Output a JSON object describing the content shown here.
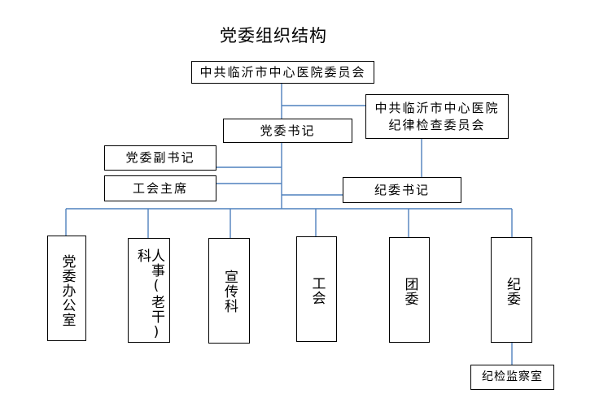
{
  "title": "党委组织结构",
  "nodes": {
    "committee": "中共临沂市中心医院委员会",
    "discipline_committee_line1": "中共临沂市中心医院",
    "discipline_committee_line2": "纪律检查委员会",
    "secretary": "党委书记",
    "deputy_secretary": "党委副书记",
    "union_chairman": "工会主席",
    "discipline_secretary": "纪委书记",
    "inspection_office": "纪检监察室"
  },
  "departments": [
    {
      "key": "party_office",
      "label": "党委办公室"
    },
    {
      "key": "personnel",
      "label": "人事(老干)科"
    },
    {
      "key": "publicity",
      "label": "宣传科"
    },
    {
      "key": "union",
      "label": "工会"
    },
    {
      "key": "youth_league",
      "label": "团委"
    },
    {
      "key": "discipline",
      "label": "纪委"
    }
  ],
  "colors": {
    "connector": "#4f81bd",
    "border": "#000000"
  }
}
